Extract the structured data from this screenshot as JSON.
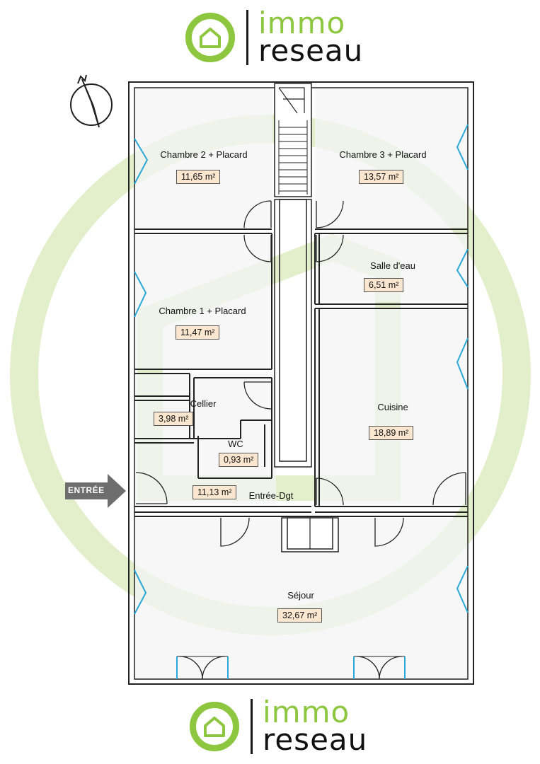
{
  "logo_top": {
    "line1": "immo",
    "line2": "reseau"
  },
  "logo_bottom": {
    "line1": "immo",
    "line2": "reseau"
  },
  "colors": {
    "brand_green": "#8dc63f",
    "window_blue": "#29a8d8",
    "area_fill": "#fbe6d0",
    "floor_fill": "#f4f4f4",
    "wall": "#222222"
  },
  "compass": {
    "icon": "north-compass-icon"
  },
  "entrance": {
    "label": "ENTRÉE"
  },
  "rooms": [
    {
      "id": "chambre2",
      "name": "Chambre 2 + Placard",
      "area": "11,65 m²"
    },
    {
      "id": "chambre3",
      "name": "Chambre 3 + Placard",
      "area": "13,57 m²"
    },
    {
      "id": "salledeau",
      "name": "Salle d'eau",
      "area": "6,51 m²"
    },
    {
      "id": "chambre1",
      "name": "Chambre 1 + Placard",
      "area": "11,47 m²"
    },
    {
      "id": "cellier",
      "name": "Cellier",
      "area": "3,98 m²"
    },
    {
      "id": "wc",
      "name": "WC",
      "area": "0,93 m²"
    },
    {
      "id": "cuisine",
      "name": "Cuisine",
      "area": "18,89 m²"
    },
    {
      "id": "entree",
      "name": "Entrée-Dgt",
      "area": "11,13 m²"
    },
    {
      "id": "sejour",
      "name": "Séjour",
      "area": "32,67 m²"
    }
  ]
}
